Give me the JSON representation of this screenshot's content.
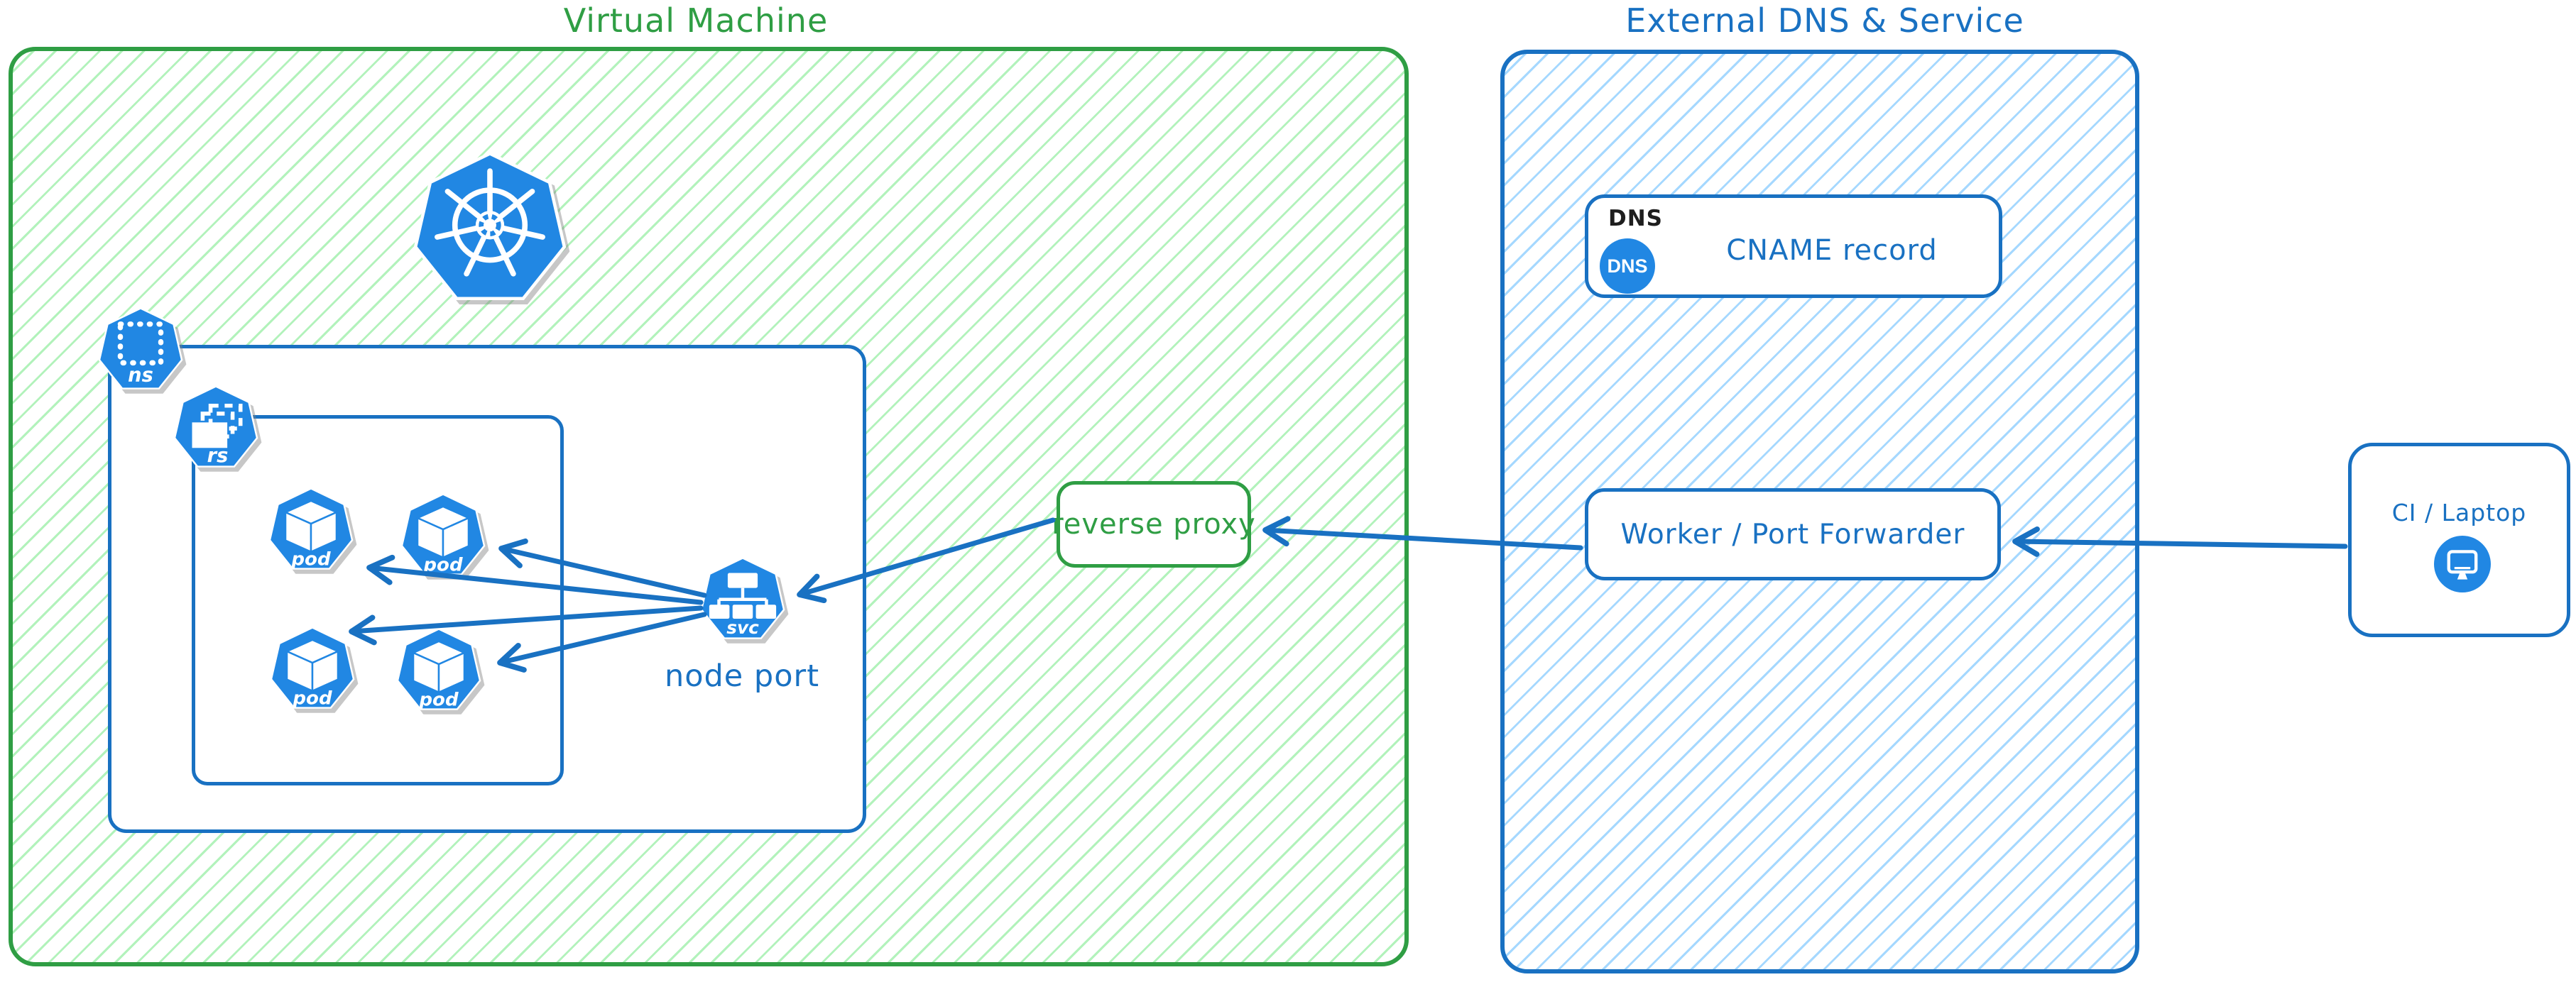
{
  "vm": {
    "title": "Virtual Machine"
  },
  "external": {
    "title": "External DNS & Service",
    "dns_tag": "DNS",
    "dns_badge": "DNS",
    "cname": "CNAME record",
    "worker": "Worker / Port Forwarder"
  },
  "reverse_proxy": "reverse proxy",
  "node_port": "node port",
  "ci": "CI / Laptop",
  "icon_labels": {
    "ns": "ns",
    "rs": "rs",
    "pod": "pod",
    "svc": "svc"
  },
  "colors": {
    "green": "#2f9e44",
    "green_hatch": "#b2f2bb",
    "blue": "#1971c2",
    "blue_hatch": "#a5d8ff",
    "icon_blue": "#2187e3",
    "ink": "#1e1e1e",
    "background": "#ffffff"
  }
}
